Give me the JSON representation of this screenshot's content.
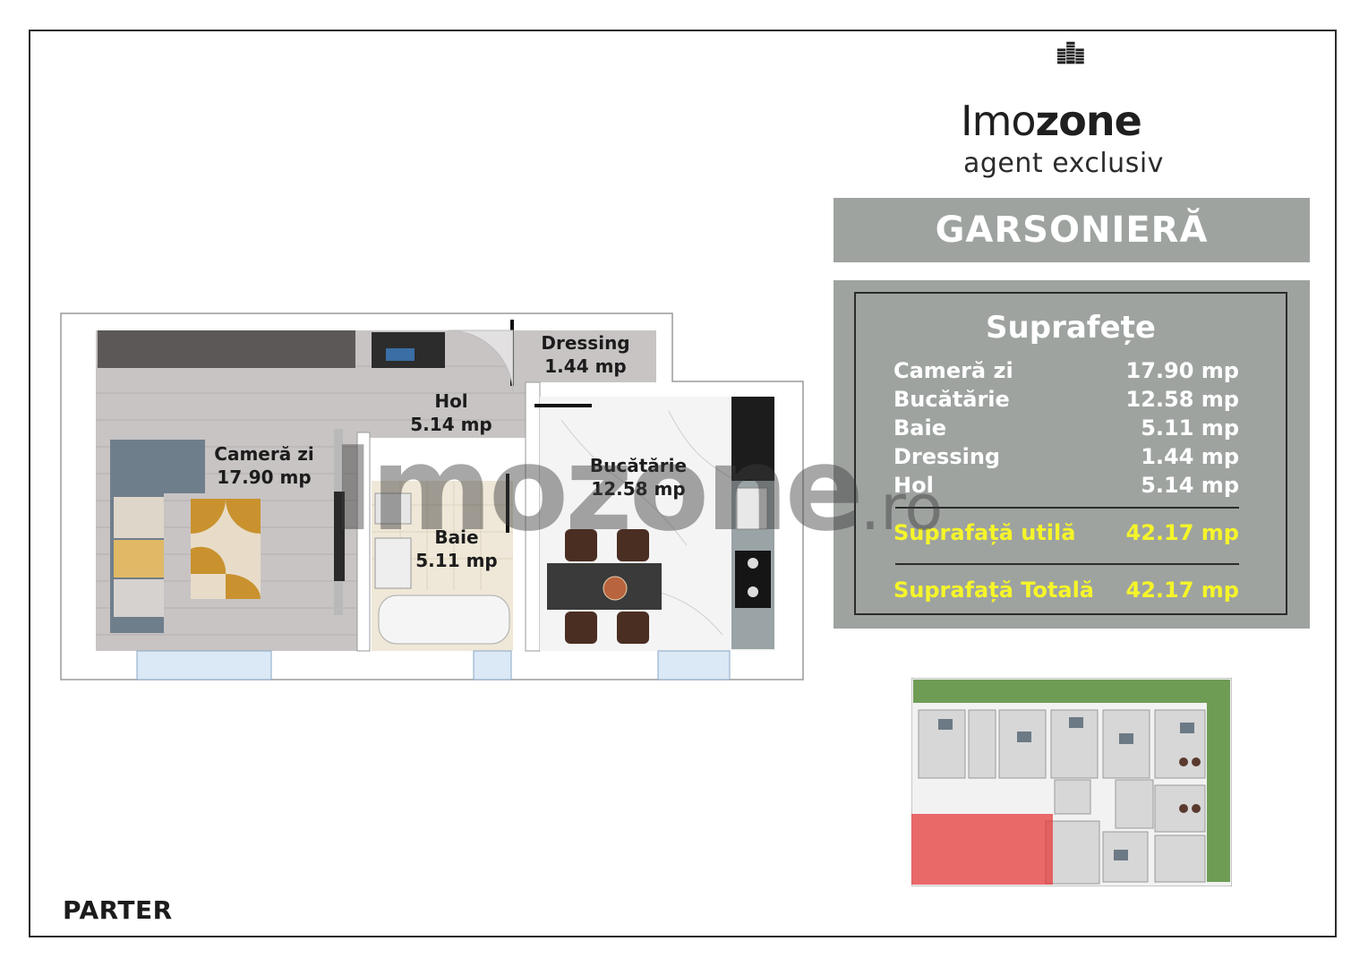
{
  "brand": {
    "name_part1": "Imo",
    "name_part2": "zone",
    "tagline": "agent exclusiv"
  },
  "title": "GARSONIERĂ",
  "areas": {
    "title": "Suprafețe",
    "rows": [
      {
        "name": "Cameră zi",
        "value": "17.90 mp"
      },
      {
        "name": "Bucătărie",
        "value": "12.58 mp"
      },
      {
        "name": "Baie",
        "value": "5.11 mp"
      },
      {
        "name": "Dressing",
        "value": "1.44 mp"
      },
      {
        "name": "Hol",
        "value": "5.14 mp"
      }
    ],
    "useful": {
      "name": "Suprafață utilă",
      "value": "42.17 mp"
    },
    "total": {
      "name": "Suprafață Totală",
      "value": "42.17 mp"
    }
  },
  "rooms": {
    "camera": {
      "name": "Cameră zi",
      "area": "17.90 mp"
    },
    "hol": {
      "name": "Hol",
      "area": "5.14 mp"
    },
    "dressing": {
      "name": "Dressing",
      "area": "1.44 mp"
    },
    "bucatarie": {
      "name": "Bucătărie",
      "area": "12.58 mp"
    },
    "baie": {
      "name": "Baie",
      "area": "5.11 mp"
    }
  },
  "floor": "PARTER",
  "watermark": {
    "main": "Imozone",
    "suffix": ".ro"
  },
  "colors": {
    "panel": "#9ea3a0",
    "highlight": "#f5f52a",
    "selected_unit": "#e53b3b"
  }
}
